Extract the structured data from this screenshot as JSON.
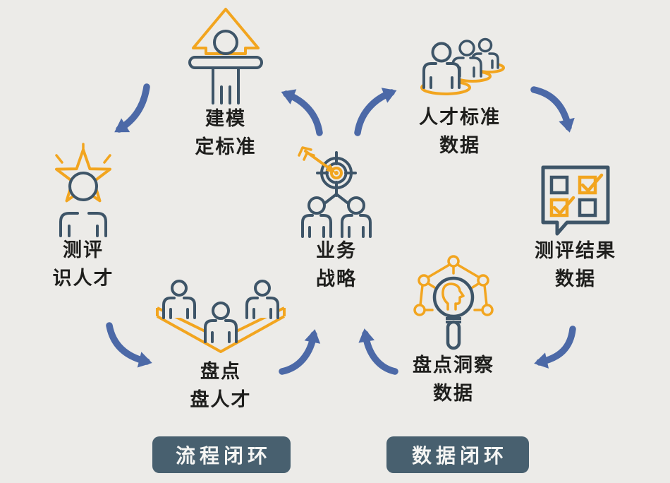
{
  "diagram_title": "",
  "colors": {
    "background": "#ECEBE8",
    "arrow_blue": "#4C69A7",
    "accent_orange": "#F2A51F",
    "icon_slate": "#3E5568",
    "badge_background": "#48606F",
    "badge_text": "#F5F5F3",
    "label_text": "#1E1E1C"
  },
  "center": {
    "line1": "业务",
    "line2": "战略",
    "icon": "target-dart-people-icon"
  },
  "process_loop": {
    "badge": "流程闭环",
    "steps": {
      "modeling": {
        "line1": "建模",
        "line2": "定标准",
        "icon": "person-up-arrow-icon"
      },
      "assessment": {
        "line1": "测评",
        "line2": "识人才",
        "icon": "star-person-icon"
      },
      "inventory": {
        "line1": "盘点",
        "line2": "盘人才",
        "icon": "team-ribbon-icon"
      }
    }
  },
  "data_loop": {
    "badge": "数据闭环",
    "steps": {
      "talent_standard": {
        "line1": "人才标准",
        "line2": "数据",
        "icon": "people-queue-icon"
      },
      "result": {
        "line1": "测评结果",
        "line2": "数据",
        "icon": "checklist-bubble-icon"
      },
      "insight": {
        "line1": "盘点洞察",
        "line2": "数据",
        "icon": "network-magnifier-icon"
      }
    }
  },
  "arrows": [
    "center-to-modeling",
    "center-to-talent-standard",
    "modeling-to-assessment",
    "assessment-to-inventory",
    "inventory-to-center",
    "talent-standard-to-result",
    "result-to-insight",
    "insight-to-center"
  ]
}
